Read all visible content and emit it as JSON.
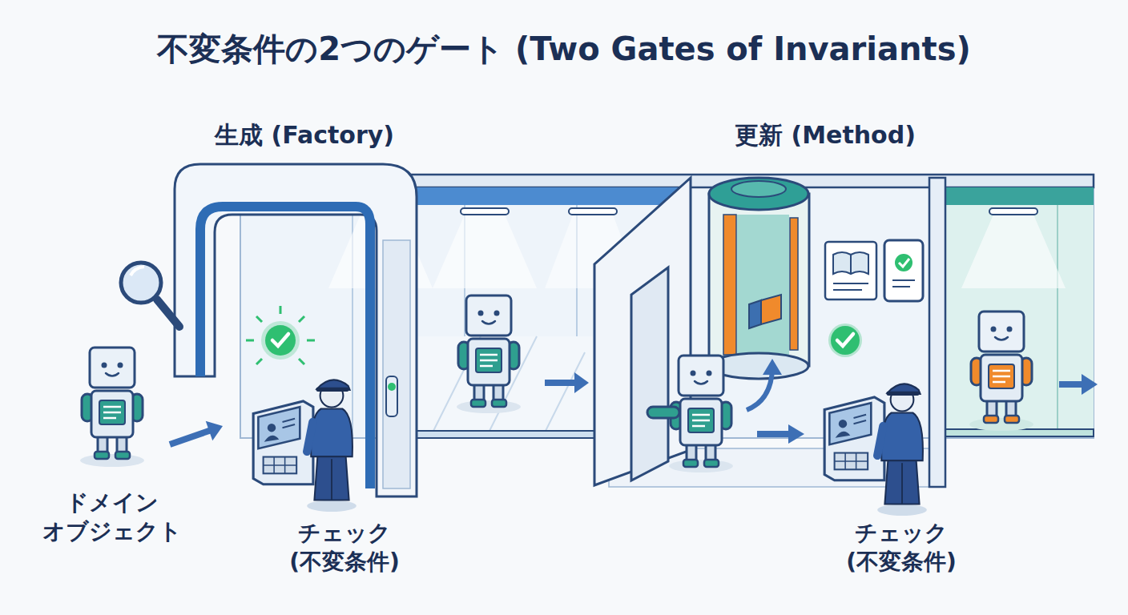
{
  "diagram": {
    "title": "不変条件の2つのゲート (Two Gates of Invariants)",
    "nodes": [
      {
        "text": [
          "ドメイン オブジェクト"
        ]
      },
      {
        "text": [
          "生成 (Factory)",
          "チェック (不変条件)"
        ]
      },
      {
        "text": [
          "更新 (Method)",
          "チェック (不変条件)"
        ]
      }
    ],
    "edges": [
      {
        "from": 0,
        "to": 1,
        "arrow": "to"
      },
      {
        "from": 1,
        "to": 2,
        "arrow": "to"
      }
    ]
  }
}
